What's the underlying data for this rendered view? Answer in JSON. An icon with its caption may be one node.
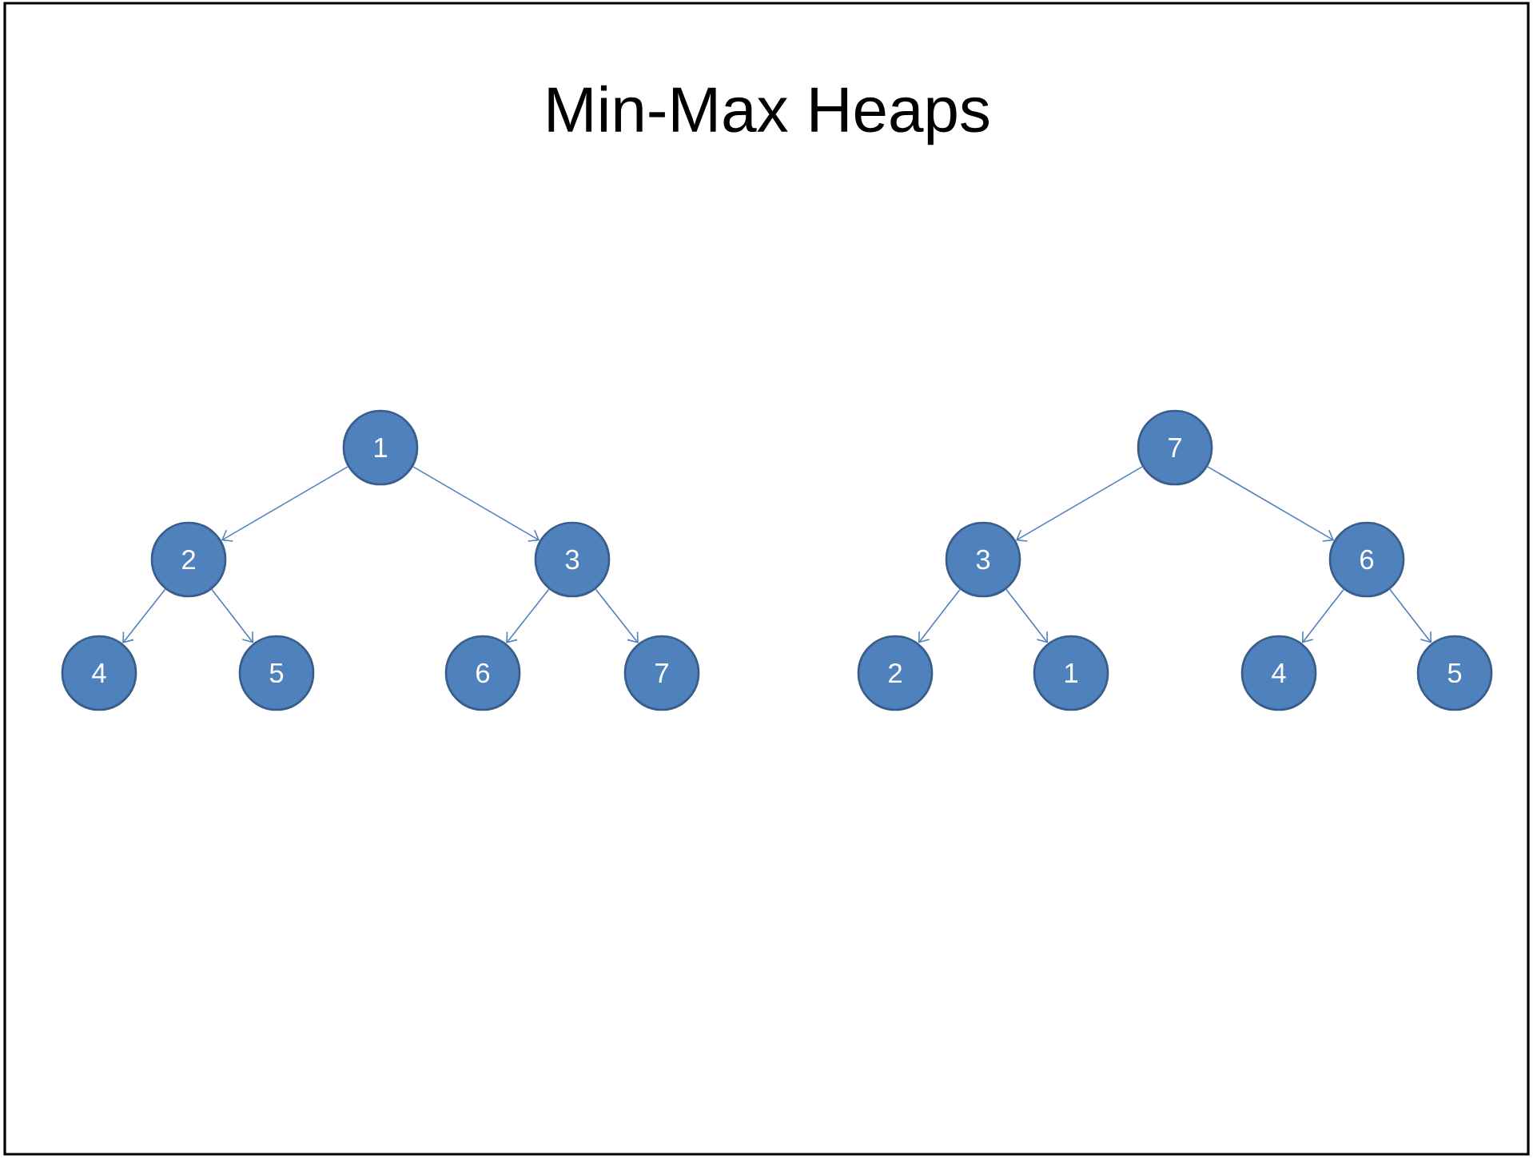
{
  "diagram": {
    "title": "Min-Max Heaps",
    "nodes": [
      {
        "text": [
          "1"
        ]
      },
      {
        "text": [
          "2"
        ]
      },
      {
        "text": [
          "3"
        ]
      },
      {
        "text": [
          "4"
        ]
      },
      {
        "text": [
          "5"
        ]
      },
      {
        "text": [
          "6"
        ]
      },
      {
        "text": [
          "7"
        ]
      },
      {
        "text": [
          "7"
        ]
      },
      {
        "text": [
          "3"
        ]
      },
      {
        "text": [
          "6"
        ]
      },
      {
        "text": [
          "2"
        ]
      },
      {
        "text": [
          "1"
        ]
      },
      {
        "text": [
          "4"
        ]
      },
      {
        "text": [
          "5"
        ]
      }
    ],
    "edges": [
      {
        "from": 0,
        "to": 1,
        "arrow": "to"
      },
      {
        "from": 0,
        "to": 2,
        "arrow": "to"
      },
      {
        "from": 1,
        "to": 3,
        "arrow": "to"
      },
      {
        "from": 1,
        "to": 4,
        "arrow": "to"
      },
      {
        "from": 2,
        "to": 5,
        "arrow": "to"
      },
      {
        "from": 2,
        "to": 6,
        "arrow": "to"
      },
      {
        "from": 7,
        "to": 8,
        "arrow": "to"
      },
      {
        "from": 7,
        "to": 9,
        "arrow": "to"
      },
      {
        "from": 8,
        "to": 10,
        "arrow": "to"
      },
      {
        "from": 8,
        "to": 11,
        "arrow": "to"
      },
      {
        "from": 9,
        "to": 12,
        "arrow": "to"
      },
      {
        "from": 9,
        "to": 13,
        "arrow": "to"
      }
    ]
  }
}
